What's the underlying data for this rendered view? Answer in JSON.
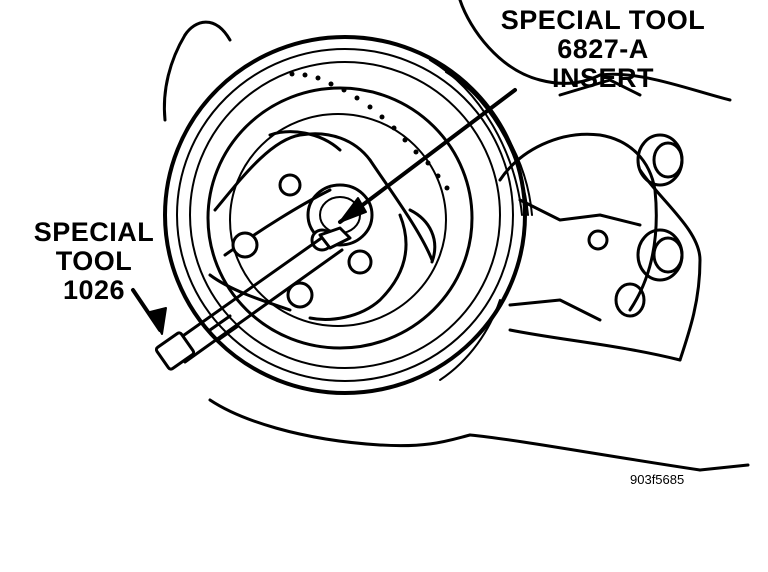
{
  "labels": {
    "insert_tool": {
      "line1": "SPECIAL TOOL",
      "line2": "6827-A",
      "line3": "INSERT"
    },
    "puller_tool": {
      "line1": "SPECIAL",
      "line2": "TOOL",
      "line3": "1026"
    }
  },
  "figure_id": "903f5685",
  "colors": {
    "ink": "#000000",
    "paper": "#ffffff"
  }
}
